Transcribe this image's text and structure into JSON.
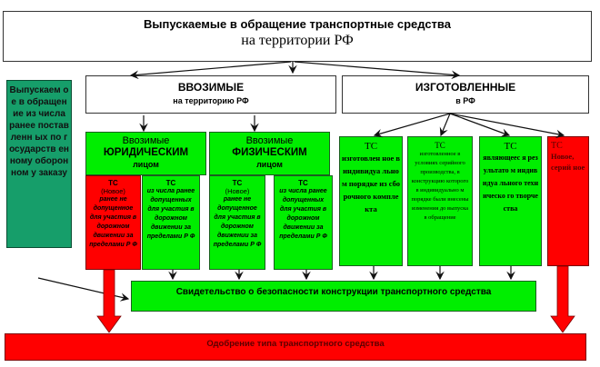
{
  "title": {
    "line1": "Выпускаемые в обращение транспортные средства",
    "line2": "на территории РФ"
  },
  "side_box": {
    "text": "Выпускаем ое в обращение из числа ранее поставленн ых по государств енному оборонном у заказу"
  },
  "imported": {
    "title": "ВВОЗИМЫЕ",
    "subtitle": "на территорию РФ",
    "legal": {
      "line1": "Ввозимые",
      "line2": "ЮРИДИЧЕСКИМ",
      "line3": "лицом",
      "new": {
        "head": "ТС",
        "sub": "(Новое)",
        "body": "ранее не допущенное для участия в дорожном движении за пределами Р Ф"
      },
      "used": {
        "head": "ТС",
        "body": "из числа ранее допущенных для участия в дорожном движении за пределами Р Ф"
      }
    },
    "physical": {
      "line1": "Ввозимые",
      "line2": "ФИЗИЧЕСКИМ",
      "line3": "лицом",
      "new": {
        "head": "ТС",
        "sub": "(Новое)",
        "body": "ранее не допущенное для участия в дорожном движении за пределами Р Ф"
      },
      "used": {
        "head": "ТС",
        "body": "из числа ранее допущенных для участия в дорожном движении за пределами Р Ф"
      }
    }
  },
  "manufactured": {
    "title": "ИЗГОТОВЛЕННЫЕ",
    "subtitle": "в РФ",
    "items": [
      {
        "head": "ТС",
        "body": "изготовлен ное в индивидуа льном порядке из сборочного комплекта"
      },
      {
        "head": "ТС",
        "body": "изготовленное в условиях серийного производства, в конструкцию которого в индивидуально м порядке были внесены изменения до выпуска в обращение"
      },
      {
        "head": "ТС",
        "body": "являющеес я результато м индивидуа льного техническо го творчества"
      },
      {
        "head": "ТС",
        "body": "Новое, серий ное"
      }
    ]
  },
  "certificate": {
    "text": "Свидетельство о безопасности конструкции транспортного средства"
  },
  "approval": {
    "text": "Одобрение типа транспортного средства"
  },
  "colors": {
    "green": "#00ee00",
    "red": "#ff0000",
    "teal": "#169e6a",
    "white": "#ffffff"
  }
}
